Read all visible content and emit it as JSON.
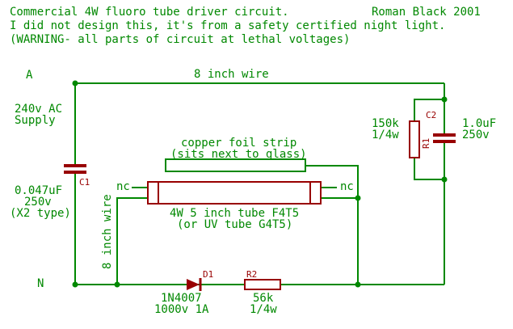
{
  "header": {
    "title": "Commercial 4W fluoro tube driver circuit.",
    "author": "Roman Black 2001",
    "subtitle": "I did not design this, it's from a safety certified night light.",
    "warning": "(WARNING- all parts of circuit at lethal voltages)"
  },
  "colors": {
    "wire_green": "#008800",
    "component_red": "#980000",
    "background": "#ffffff"
  },
  "supply": {
    "terminal_live": "A",
    "terminal_neutral": "N",
    "label_line1": "240v AC",
    "label_line2": "Supply"
  },
  "wires": {
    "top_label": "8 inch wire",
    "left_vertical_label": "8 inch wire"
  },
  "components": {
    "c1": {
      "ref": "C1",
      "value_line1": "0.047uF",
      "value_line2": "250v",
      "value_line3": "(X2 type)"
    },
    "c2": {
      "ref": "C2",
      "value_line1": "1.0uF",
      "value_line2": "250v"
    },
    "r1": {
      "ref": "R1",
      "value_line1": "150k",
      "value_line2": "1/4w"
    },
    "r2": {
      "ref": "R2",
      "value_line1": "56k",
      "value_line2": "1/4w"
    },
    "d1": {
      "ref": "D1",
      "value_line1": "1N4007",
      "value_line2": "1000v 1A"
    },
    "tube": {
      "label_line1": "4W 5 inch tube F4T5",
      "label_line2": "(or UV tube G4T5)",
      "pin_left_nc": "nc",
      "pin_right_nc": "nc"
    },
    "foil": {
      "label_line1": "copper foil strip",
      "label_line2": "(sits next to glass)"
    }
  }
}
